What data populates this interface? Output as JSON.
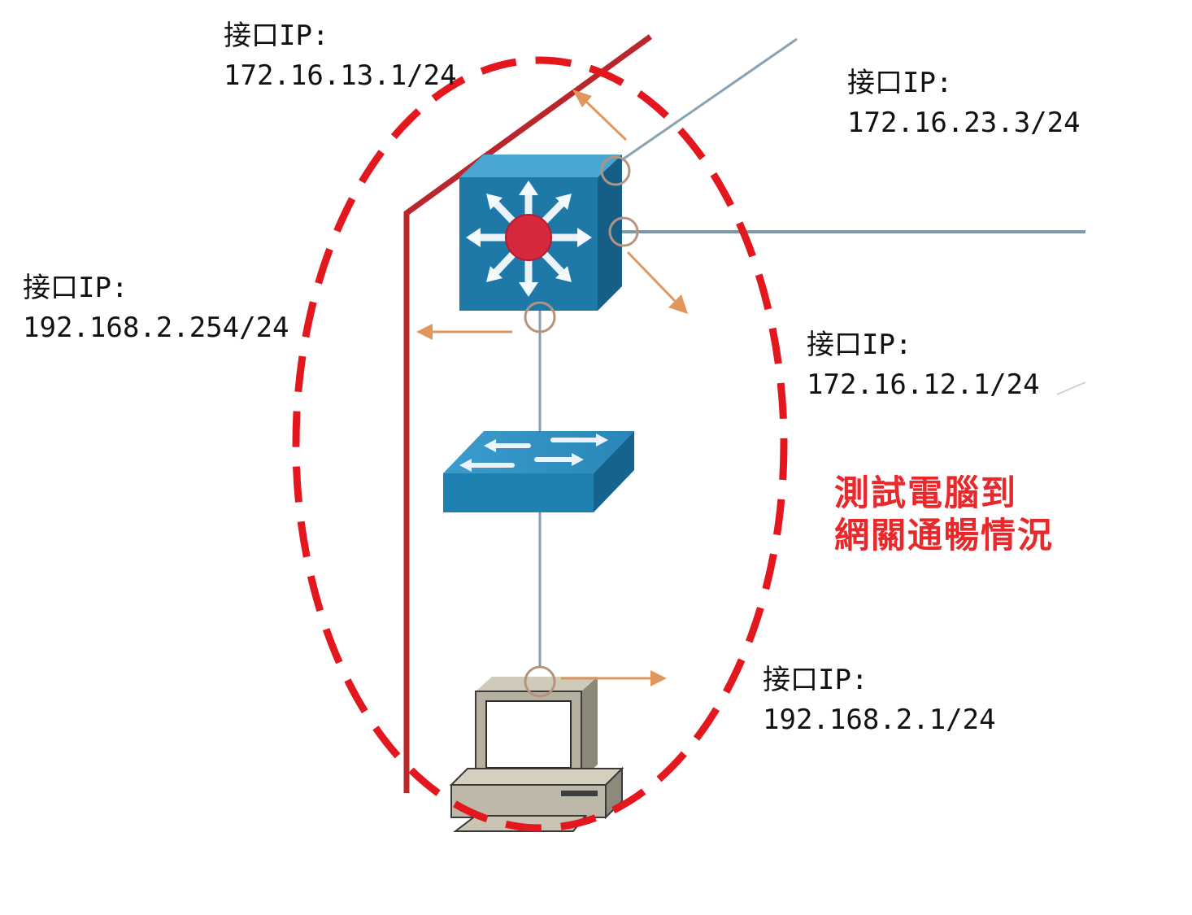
{
  "labels": {
    "top_left": {
      "title": "接口IP:",
      "ip": "172.16.13.1/24"
    },
    "top_right": {
      "title": "接口IP:",
      "ip": "172.16.23.3/24"
    },
    "left": {
      "title": "接口IP:",
      "ip": "192.168.2.254/24"
    },
    "right": {
      "title": "接口IP:",
      "ip": "172.16.12.1/24"
    },
    "bottom": {
      "title": "接口IP:",
      "ip": "192.168.2.1/24"
    }
  },
  "caption": {
    "line1": "測試電腦到",
    "line2": "網關通暢情況"
  },
  "colors": {
    "ellipse": "#e3171e",
    "uplink": "#b9272c",
    "link": "#7f98a8",
    "device": "#1e79a8",
    "arrow": "#e0975e",
    "port": "#b7937f",
    "caption": "#e8282b"
  },
  "icons": [
    "layer3-switch-icon",
    "layer2-switch-icon",
    "pc-icon"
  ]
}
